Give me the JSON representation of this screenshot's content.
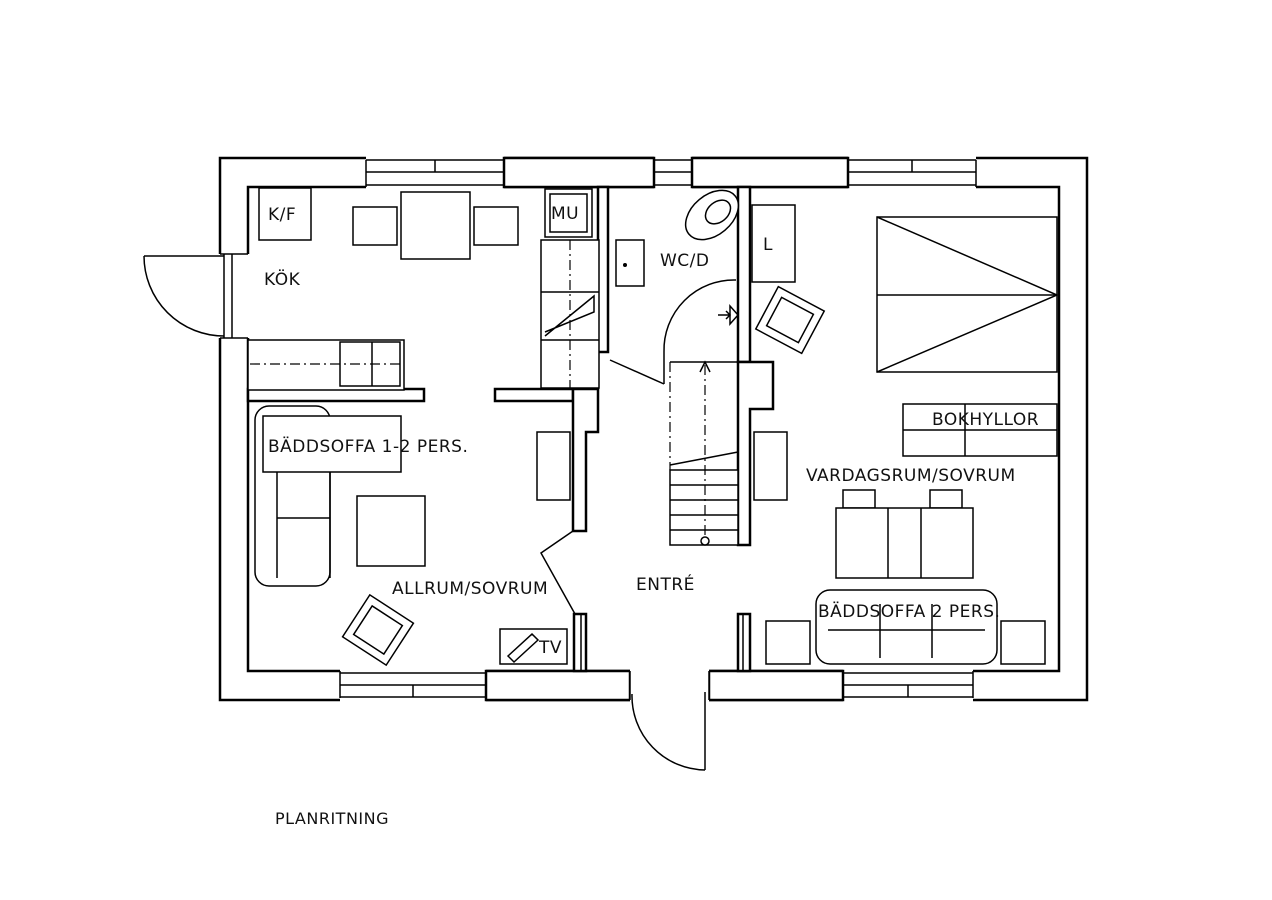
{
  "plan": {
    "caption": "PLANRITNING",
    "rooms": {
      "kitchen": "KÖK",
      "fridge_freezer": "K/F",
      "microwave": "MU",
      "wc": "WC/D",
      "linen": "L",
      "allrum": "ALLRUM/SOVRUM",
      "sofa_bed_left": "BÄDDSOFFA 1-2 PERS.",
      "entrance": "ENTRÉ",
      "tv": "TV",
      "bookshelves": "BOKHYLLOR",
      "living": "VARDAGSRUM/SOVRUM",
      "sofa_bed_right": "BÄDDSOFFA 2 PERS."
    }
  }
}
